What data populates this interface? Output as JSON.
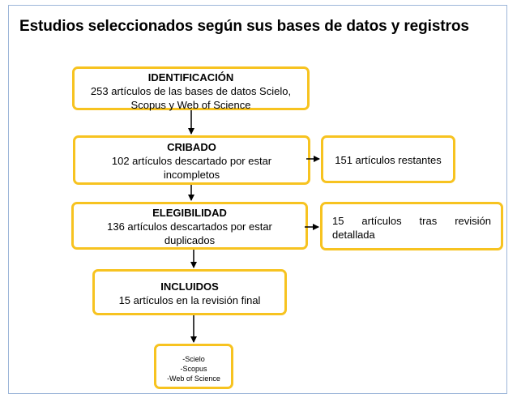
{
  "title": "Estudios seleccionados según sus bases de datos y registros",
  "colors": {
    "box_border": "#f7c320",
    "frame_border": "#9db6d9",
    "arrow": "#000000"
  },
  "identificacion": {
    "heading": "IDENTIFICACIÓN",
    "line1": "253 artículos de las bases de datos Scielo,",
    "line2": "Scopus y Web of Science"
  },
  "cribado": {
    "heading": "CRIBADO",
    "line1": "102 artículos descartado por estar",
    "line2": "incompletos"
  },
  "restantes": {
    "text": "151 artículos restantes"
  },
  "elegibilidad": {
    "heading": "ELEGIBILIDAD",
    "line1": "136 artículos descartados por estar",
    "line2": "duplicados"
  },
  "revision": {
    "line1": "15 artículos tras revisión",
    "line2": "detallada"
  },
  "incluidos": {
    "heading": "INCLUIDOS",
    "line1": "15 artículos en la revisión final"
  },
  "bases": {
    "items": [
      "-Scielo",
      "-Scopus",
      "-Web of Science"
    ]
  }
}
